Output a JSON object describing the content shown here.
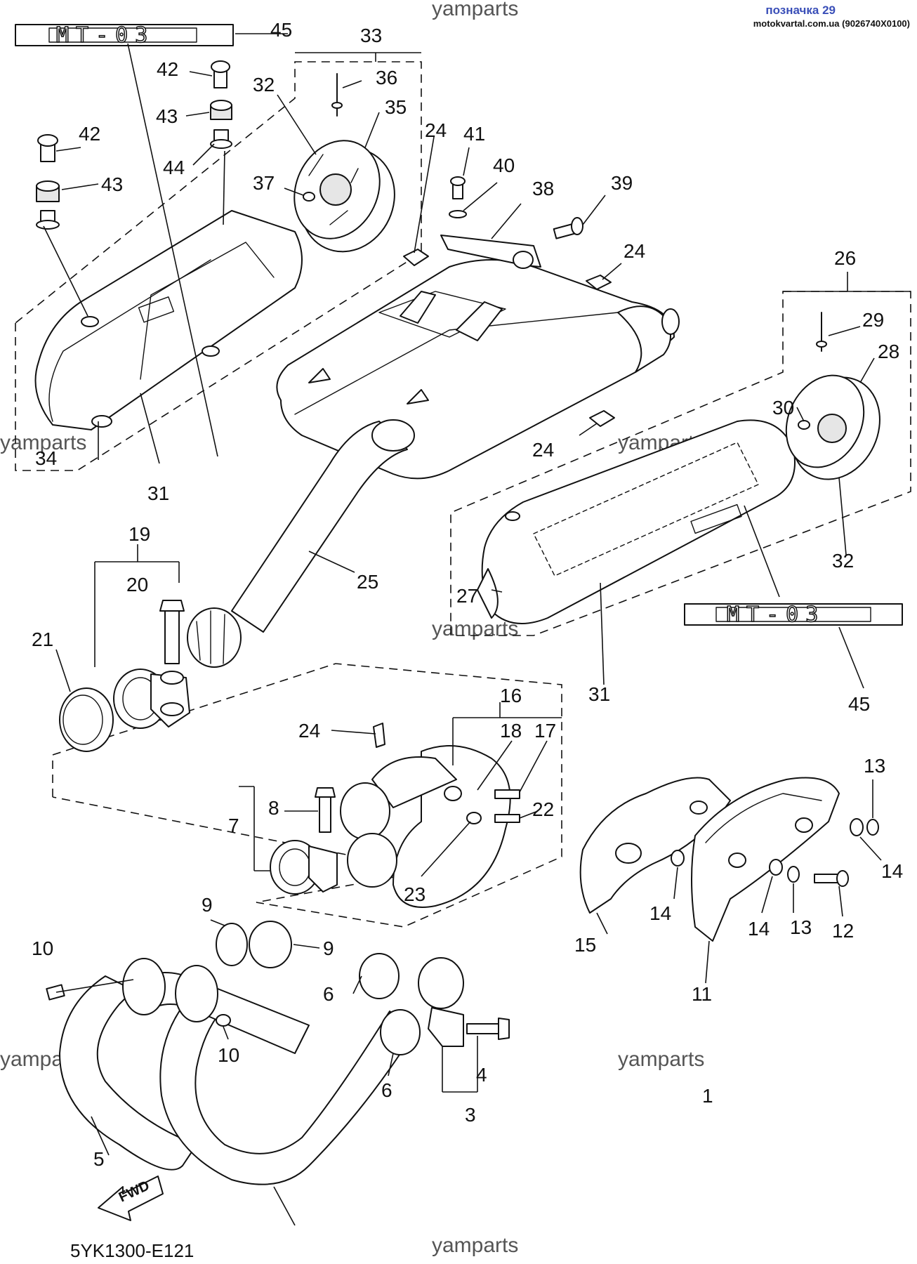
{
  "header": {
    "label": "позначка 29",
    "source": "motokvartal.com.ua (9026740X0100)"
  },
  "watermarks": [
    "yamparts",
    "yamparts",
    "yamparts",
    "yamparts",
    "yamparts",
    "yamparts",
    "yamparts"
  ],
  "diagram_code": "5YK1300-E121",
  "direction_label": "FWD",
  "badge_text": "MT-03",
  "callouts": {
    "p1": "1",
    "p3": "3",
    "p4": "4",
    "p5": "5",
    "p6a": "6",
    "p6b": "6",
    "p7": "7",
    "p8": "8",
    "p9a": "9",
    "p9b": "9",
    "p10a": "10",
    "p10b": "10",
    "p11": "11",
    "p12": "12",
    "p13a": "13",
    "p13b": "13",
    "p14a": "14",
    "p14b": "14",
    "p14c": "14",
    "p15": "15",
    "p16": "16",
    "p17": "17",
    "p18": "18",
    "p19": "19",
    "p20": "20",
    "p21": "21",
    "p22": "22",
    "p23": "23",
    "p24a": "24",
    "p24b": "24",
    "p24c": "24",
    "p24d": "24",
    "p25": "25",
    "p26": "26",
    "p27": "27",
    "p28": "28",
    "p29": "29",
    "p30": "30",
    "p31a": "31",
    "p31b": "31",
    "p32a": "32",
    "p32b": "32",
    "p33": "33",
    "p34": "34",
    "p35": "35",
    "p36": "36",
    "p37": "37",
    "p38": "38",
    "p39": "39",
    "p40": "40",
    "p41": "41",
    "p42a": "42",
    "p42b": "42",
    "p43a": "43",
    "p43b": "43",
    "p44": "44",
    "p45a": "45",
    "p45b": "45"
  }
}
